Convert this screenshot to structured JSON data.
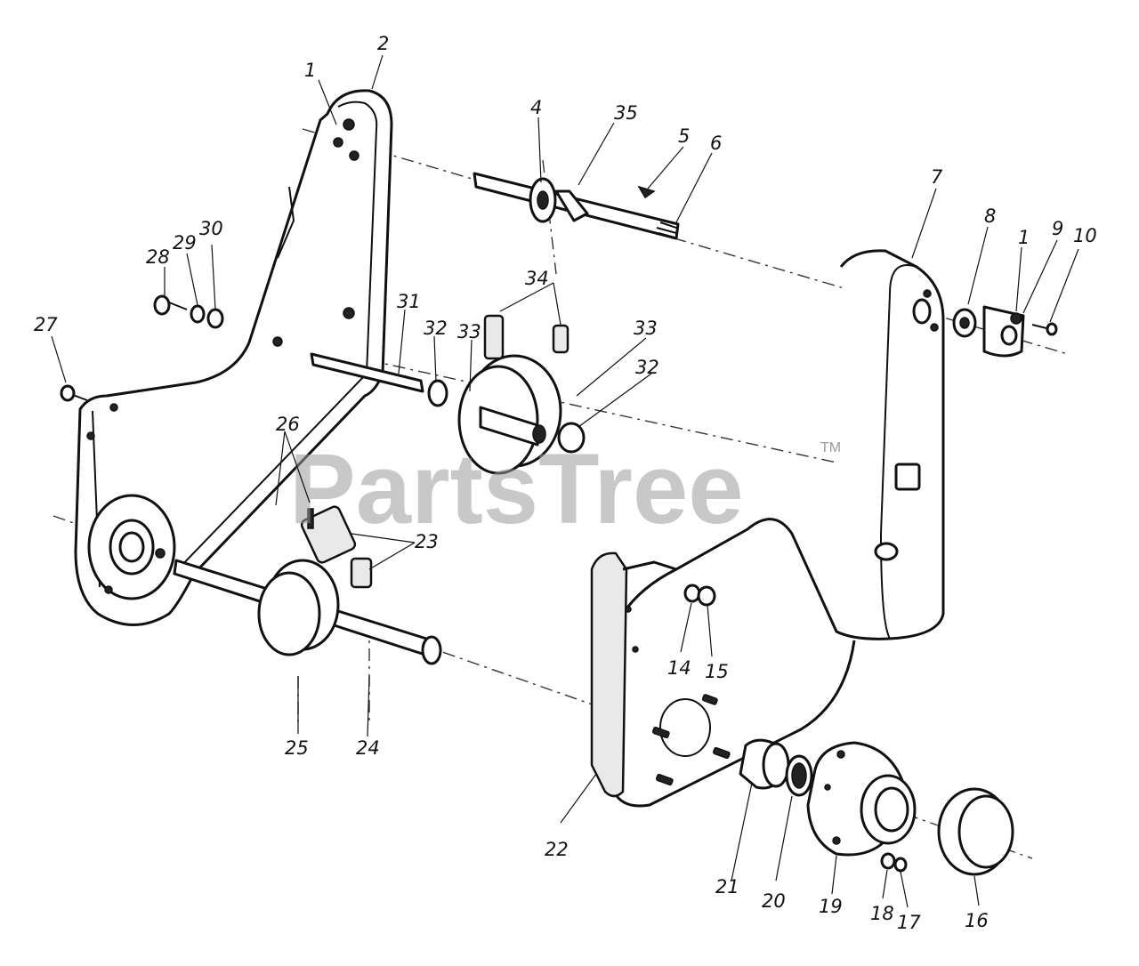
{
  "watermark": {
    "text": "PartsTree",
    "trademark": "TM"
  },
  "callouts": [
    {
      "id": "c1a",
      "label": "1"
    },
    {
      "id": "c2",
      "label": "2"
    },
    {
      "id": "c4",
      "label": "4"
    },
    {
      "id": "c35",
      "label": "35"
    },
    {
      "id": "c5",
      "label": "5"
    },
    {
      "id": "c6",
      "label": "6"
    },
    {
      "id": "c7",
      "label": "7"
    },
    {
      "id": "c8",
      "label": "8"
    },
    {
      "id": "c1b",
      "label": "1"
    },
    {
      "id": "c9",
      "label": "9"
    },
    {
      "id": "c10",
      "label": "10"
    },
    {
      "id": "c28",
      "label": "28"
    },
    {
      "id": "c29",
      "label": "29"
    },
    {
      "id": "c30",
      "label": "30"
    },
    {
      "id": "c27",
      "label": "27"
    },
    {
      "id": "c31",
      "label": "31"
    },
    {
      "id": "c32a",
      "label": "32"
    },
    {
      "id": "c33a",
      "label": "33"
    },
    {
      "id": "c34",
      "label": "34"
    },
    {
      "id": "c33b",
      "label": "33"
    },
    {
      "id": "c32b",
      "label": "32"
    },
    {
      "id": "c26",
      "label": "26"
    },
    {
      "id": "c23",
      "label": "23"
    },
    {
      "id": "c14",
      "label": "14"
    },
    {
      "id": "c15",
      "label": "15"
    },
    {
      "id": "c25",
      "label": "25"
    },
    {
      "id": "c24",
      "label": "24"
    },
    {
      "id": "c22",
      "label": "22"
    },
    {
      "id": "c21",
      "label": "21"
    },
    {
      "id": "c20",
      "label": "20"
    },
    {
      "id": "c19",
      "label": "19"
    },
    {
      "id": "c18",
      "label": "18"
    },
    {
      "id": "c17",
      "label": "17"
    },
    {
      "id": "c16",
      "label": "16"
    }
  ]
}
